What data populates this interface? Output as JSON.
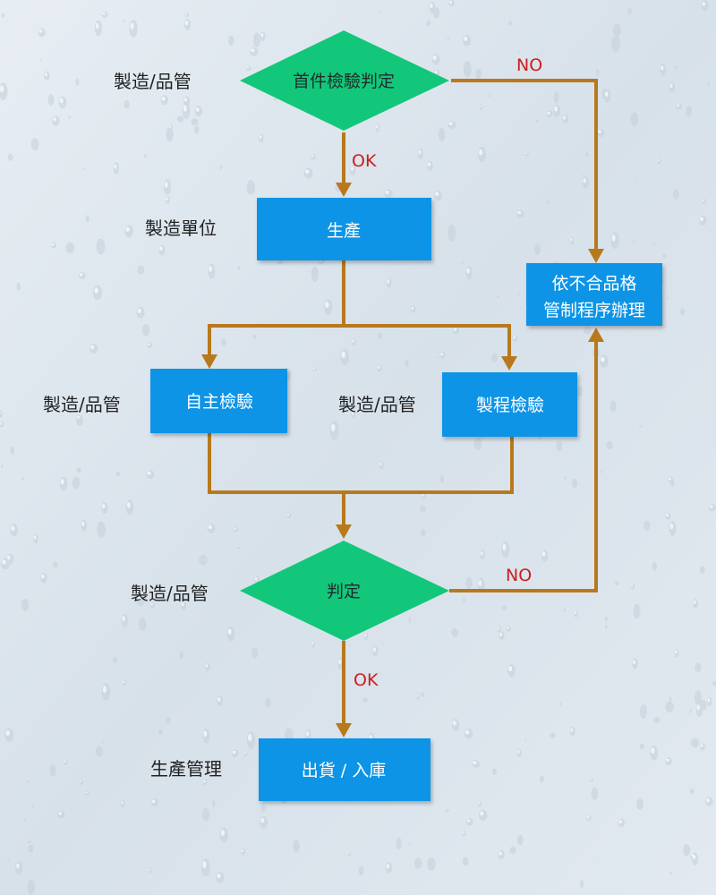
{
  "nodes": {
    "first_inspection": "首件檢驗判定",
    "production": "生產",
    "self_inspection": "自主檢驗",
    "process_inspection": "製程檢驗",
    "judgment": "判定",
    "nonconform_line1": "依不合品格",
    "nonconform_line2": "管制程序辦理",
    "ship": "出貨 / 入庫"
  },
  "roles": {
    "first_inspection": "製造/品管",
    "production": "製造單位",
    "self_inspection": "製造/品管",
    "process_inspection": "製造/品管",
    "judgment": "製造/品管",
    "ship": "生產管理"
  },
  "edges": {
    "ok_1": "OK",
    "no_1": "NO",
    "ok_2": "OK",
    "no_2": "NO"
  },
  "colors": {
    "process_box": "#0f94e6",
    "decision": "#12c77a",
    "connector": "#b8791c",
    "edge_label": "#cc1e1e"
  }
}
